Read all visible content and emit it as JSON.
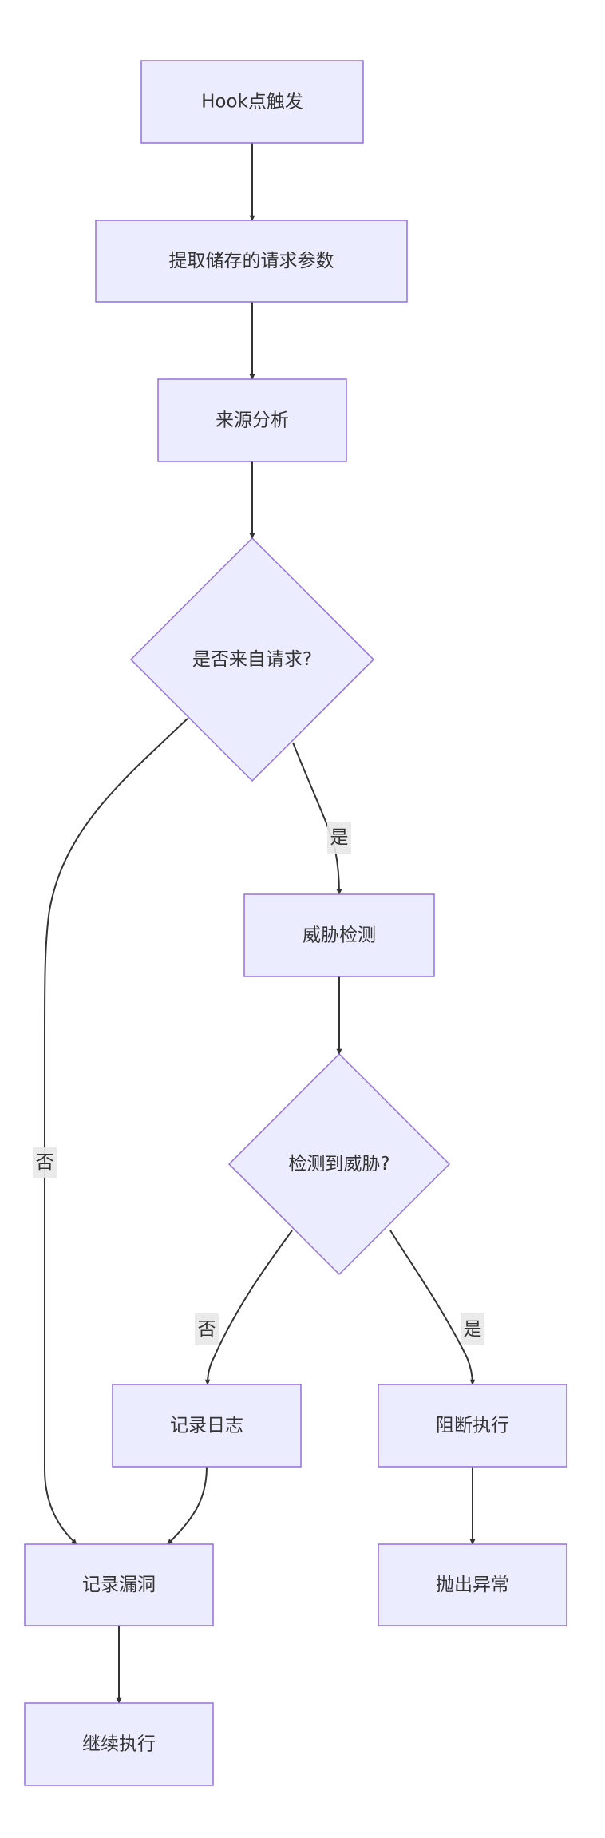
{
  "diagram": {
    "type": "flowchart",
    "direction": "top-down",
    "colors": {
      "node_fill": "#ECECFF",
      "node_stroke": "#9370DB",
      "edge": "#333333",
      "text": "#333333",
      "edge_label_bg": "#e8e8e8"
    },
    "nodes": [
      {
        "id": "A",
        "shape": "rect",
        "label": "Hook点触发"
      },
      {
        "id": "B",
        "shape": "rect",
        "label": "提取储存的请求参数"
      },
      {
        "id": "C",
        "shape": "rect",
        "label": "来源分析"
      },
      {
        "id": "D",
        "shape": "diamond",
        "label": "是否来自请求?"
      },
      {
        "id": "E",
        "shape": "rect",
        "label": "威胁检测"
      },
      {
        "id": "F",
        "shape": "diamond",
        "label": "检测到威胁?"
      },
      {
        "id": "G",
        "shape": "rect",
        "label": "记录日志"
      },
      {
        "id": "H",
        "shape": "rect",
        "label": "阻断执行"
      },
      {
        "id": "I",
        "shape": "rect",
        "label": "记录漏洞"
      },
      {
        "id": "J",
        "shape": "rect",
        "label": "抛出异常"
      },
      {
        "id": "K",
        "shape": "rect",
        "label": "继续执行"
      }
    ],
    "edges": [
      {
        "from": "A",
        "to": "B",
        "label": ""
      },
      {
        "from": "B",
        "to": "C",
        "label": ""
      },
      {
        "from": "C",
        "to": "D",
        "label": ""
      },
      {
        "from": "D",
        "to": "E",
        "label": "是"
      },
      {
        "from": "D",
        "to": "I",
        "label": "否"
      },
      {
        "from": "E",
        "to": "F",
        "label": ""
      },
      {
        "from": "F",
        "to": "G",
        "label": "否"
      },
      {
        "from": "F",
        "to": "H",
        "label": "是"
      },
      {
        "from": "G",
        "to": "I",
        "label": ""
      },
      {
        "from": "H",
        "to": "J",
        "label": ""
      },
      {
        "from": "I",
        "to": "K",
        "label": ""
      }
    ]
  }
}
